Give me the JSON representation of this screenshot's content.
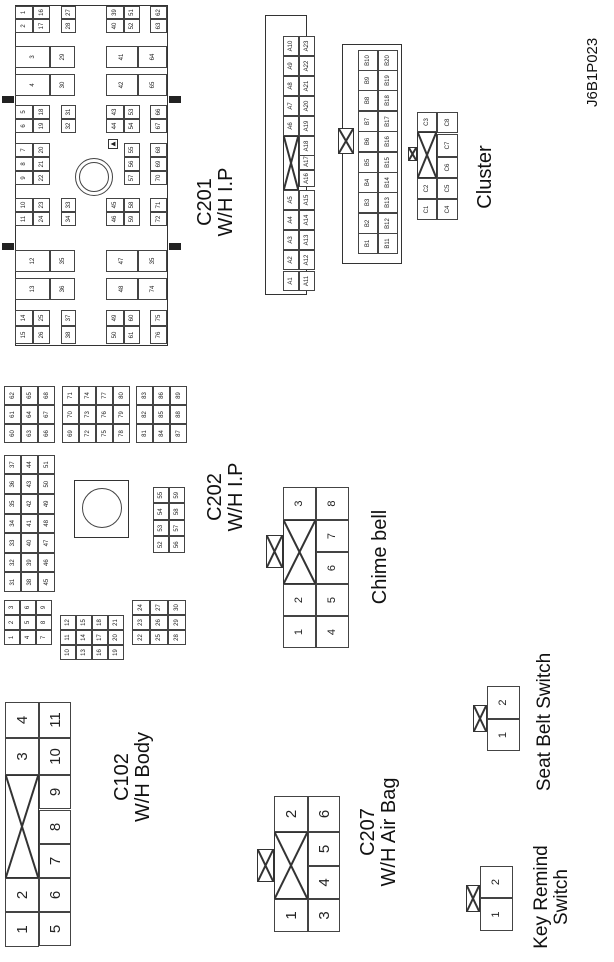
{
  "diagram": {
    "figure_code": "J6B1P023",
    "connectors": [
      {
        "id": "C201",
        "name_line1": "C201",
        "name_line2": "W/H I.P",
        "pins_upper_half": [
          "1",
          "2",
          "3",
          "4",
          "5",
          "6",
          "7",
          "8",
          "9",
          "10",
          "11",
          "12",
          "13",
          "14",
          "15",
          "16",
          "17",
          "18",
          "19",
          "20",
          "21",
          "22",
          "23",
          "24",
          "25",
          "26",
          "27",
          "28",
          "29",
          "30",
          "31",
          "32",
          "33",
          "34",
          "35",
          "36",
          "37",
          "38"
        ],
        "pins_lower_half": [
          "39",
          "40",
          "41",
          "42",
          "43",
          "44",
          "45",
          "46",
          "47",
          "35",
          "48",
          "74",
          "49",
          "50",
          "51",
          "52",
          "53",
          "54",
          "55",
          "56",
          "57",
          "58",
          "59",
          "60",
          "61",
          "62",
          "63",
          "64",
          "65",
          "66",
          "67",
          "68",
          "69",
          "70",
          "71",
          "72",
          "75",
          "76"
        ]
      },
      {
        "id": "C202",
        "name_line1": "C202",
        "name_line2": "W/H I.P",
        "pins": [
          "1",
          "2",
          "3",
          "4",
          "5",
          "6",
          "7",
          "8",
          "9",
          "10",
          "11",
          "12",
          "13",
          "14",
          "15",
          "16",
          "17",
          "18",
          "19",
          "20",
          "21",
          "22",
          "23",
          "24",
          "25",
          "26",
          "27",
          "28",
          "29",
          "30",
          "31",
          "32",
          "33",
          "34",
          "35",
          "36",
          "37",
          "38",
          "39",
          "40",
          "41",
          "42",
          "43",
          "44",
          "45",
          "46",
          "47",
          "48",
          "49",
          "50",
          "51",
          "52",
          "53",
          "54",
          "55",
          "56",
          "57",
          "58",
          "59",
          "60",
          "61",
          "62",
          "63",
          "64",
          "65",
          "66",
          "67",
          "68",
          "69",
          "70",
          "71",
          "72",
          "73",
          "74",
          "75",
          "76",
          "77",
          "78",
          "79",
          "80",
          "81",
          "82",
          "83",
          "84",
          "85",
          "86",
          "87",
          "88",
          "89"
        ]
      },
      {
        "id": "Cluster",
        "name_line1": "Cluster",
        "row_a_top": [
          "A1",
          "A2",
          "A3",
          "A4",
          "A5",
          "A6",
          "A7",
          "A8",
          "A9",
          "A10"
        ],
        "row_a_bottom": [
          "A11",
          "A12",
          "A13",
          "A14",
          "A15",
          "A16",
          "A17",
          "A18",
          "A19",
          "A20",
          "A21",
          "A22",
          "A23"
        ],
        "row_b_top": [
          "B1",
          "B2",
          "B3",
          "B4",
          "B5",
          "B6",
          "B7",
          "B8",
          "B9",
          "B10"
        ],
        "row_b_bottom": [
          "B11",
          "B12",
          "B13",
          "B14",
          "B15",
          "B16",
          "B17",
          "B18",
          "B19",
          "B20"
        ],
        "row_c_top": [
          "C1",
          "C2",
          "C3"
        ],
        "row_c_bottom": [
          "C4",
          "C5",
          "C6",
          "C7",
          "C8"
        ]
      },
      {
        "id": "C102",
        "name_line1": "C102",
        "name_line2": "W/H Body",
        "top_row": [
          "1",
          "2",
          "3",
          "4"
        ],
        "bottom_row": [
          "5",
          "6",
          "7",
          "8",
          "9",
          "10",
          "11"
        ]
      },
      {
        "id": "ChimeBell",
        "name_line1": "Chime bell",
        "top_row": [
          "1",
          "2",
          "3"
        ],
        "bottom_row": [
          "4",
          "5",
          "6",
          "7",
          "8"
        ]
      },
      {
        "id": "C207",
        "name_line1": "C207",
        "name_line2": "W/H Air Bag",
        "top_row": [
          "1",
          "2"
        ],
        "bottom_row": [
          "3",
          "4",
          "5",
          "6"
        ]
      },
      {
        "id": "SeatBeltSwitch",
        "name_line1": "Seat Belt Switch",
        "pins": [
          "1",
          "2"
        ]
      },
      {
        "id": "KeyRemindSwitch",
        "name_line1": "Key Remind",
        "name_line2": "Switch",
        "pins": [
          "1",
          "2"
        ]
      }
    ]
  }
}
